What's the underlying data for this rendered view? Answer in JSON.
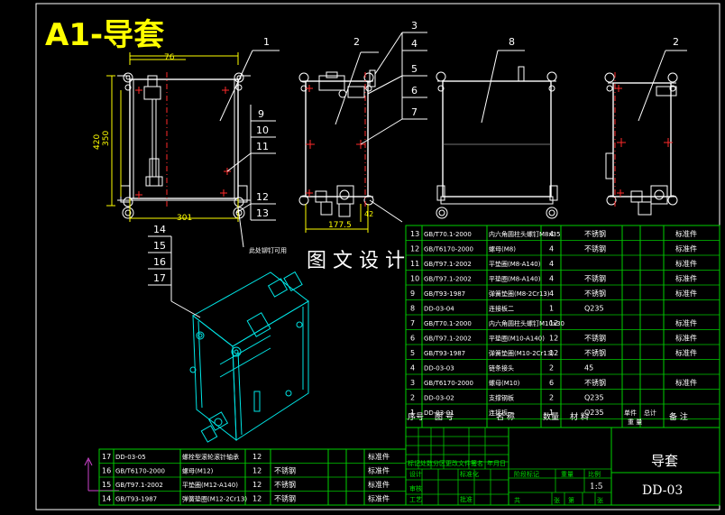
{
  "drawing": {
    "title": "A1-导套",
    "watermark": "图 文 设 计",
    "note_text": "此处铆钉可用",
    "dimensions": {
      "top_width": "76",
      "bottom_width": "301",
      "height_outer": "420",
      "height_inner": "350",
      "side_width": "177.5",
      "side_offset": "42"
    },
    "balloons": [
      "1",
      "2",
      "3",
      "4",
      "5",
      "6",
      "7",
      "8",
      "2",
      "9",
      "10",
      "11",
      "12",
      "13",
      "14",
      "15",
      "16",
      "17"
    ],
    "bom_upper": [
      {
        "no": "13",
        "code": "GB/T70.1-2000",
        "name": "内六角圆柱头螺钉M8x35",
        "qty": "4",
        "mat": "不锈钢",
        "note": "标准件"
      },
      {
        "no": "12",
        "code": "GB/T6170-2000",
        "name": "螺母(M8)",
        "qty": "4",
        "mat": "不锈钢",
        "note": "标准件"
      },
      {
        "no": "11",
        "code": "GB/T97.1-2002",
        "name": "平垫圈(M8-A140)",
        "qty": "4",
        "mat": "",
        "note": "标准件"
      },
      {
        "no": "10",
        "code": "GB/T97.1-2002",
        "name": "平垫圈(M8-A140)",
        "qty": "4",
        "mat": "不锈钢",
        "note": "标准件"
      },
      {
        "no": "9",
        "code": "GB/T93-1987",
        "name": "弹簧垫圈(M8-2Cr13)",
        "qty": "4",
        "mat": "不锈钢",
        "note": "标准件"
      },
      {
        "no": "8",
        "code": "DD-03-04",
        "name": "连接板二",
        "qty": "1",
        "mat": "Q235",
        "note": ""
      },
      {
        "no": "7",
        "code": "GB/T70.1-2000",
        "name": "内六角圆柱头螺钉M10x30",
        "qty": "12",
        "mat": "",
        "note": "标准件"
      },
      {
        "no": "6",
        "code": "GB/T97.1-2002",
        "name": "平垫圈(M10-A140)",
        "qty": "12",
        "mat": "不锈钢",
        "note": "标准件"
      },
      {
        "no": "5",
        "code": "GB/T93-1987",
        "name": "弹簧垫圈(M10-2Cr13)",
        "qty": "12",
        "mat": "不锈钢",
        "note": "标准件"
      },
      {
        "no": "4",
        "code": "DD-03-03",
        "name": "链条接头",
        "qty": "2",
        "mat": "45",
        "note": ""
      },
      {
        "no": "3",
        "code": "GB/T6170-2000",
        "name": "螺母(M10)",
        "qty": "6",
        "mat": "不锈钢",
        "note": "标准件"
      },
      {
        "no": "2",
        "code": "DD-03-02",
        "name": "支撑钢板",
        "qty": "2",
        "mat": "Q235",
        "note": ""
      },
      {
        "no": "1",
        "code": "DD-03-01",
        "name": "连接板一",
        "qty": "1",
        "mat": "Q235",
        "note": ""
      }
    ],
    "bom_header": {
      "no": "序号",
      "code": "图 号",
      "name": "名 称",
      "qty": "数量",
      "mat": "材 料",
      "weight_single": "单件",
      "weight_total": "总计",
      "weight": "重 量",
      "note": "备 注"
    },
    "bom_lower": [
      {
        "no": "17",
        "code": "DD-03-05",
        "name": "螺栓型滚轮滚针轴承",
        "qty": "12",
        "mat": "",
        "note": "标准件"
      },
      {
        "no": "16",
        "code": "GB/T6170-2000",
        "name": "螺母(M12)",
        "qty": "12",
        "mat": "不锈钢",
        "note": "标准件"
      },
      {
        "no": "15",
        "code": "GB/T97.1-2002",
        "name": "平垫圈(M12-A140)",
        "qty": "12",
        "mat": "不锈钢",
        "note": "标准件"
      },
      {
        "no": "14",
        "code": "GB/T93-1987",
        "name": "弹簧垫圈(M12-2Cr13)",
        "qty": "12",
        "mat": "不锈钢",
        "note": "标准件"
      }
    ],
    "title_block": {
      "part_name": "导套",
      "drawing_no": "DD-03",
      "scale": "1:5",
      "rev_labels": [
        "标记",
        "处数",
        "分区",
        "更改文件号",
        "签名",
        "年月日"
      ],
      "row_labels": [
        "设计",
        "标准化"
      ],
      "row_labels2": [
        "审核"
      ],
      "row_labels3": [
        "工艺",
        "批准"
      ],
      "stage_labels": [
        "阶段标记",
        "重量",
        "比例"
      ],
      "sheet_labels": [
        "共",
        "张",
        "第",
        "张"
      ]
    }
  }
}
